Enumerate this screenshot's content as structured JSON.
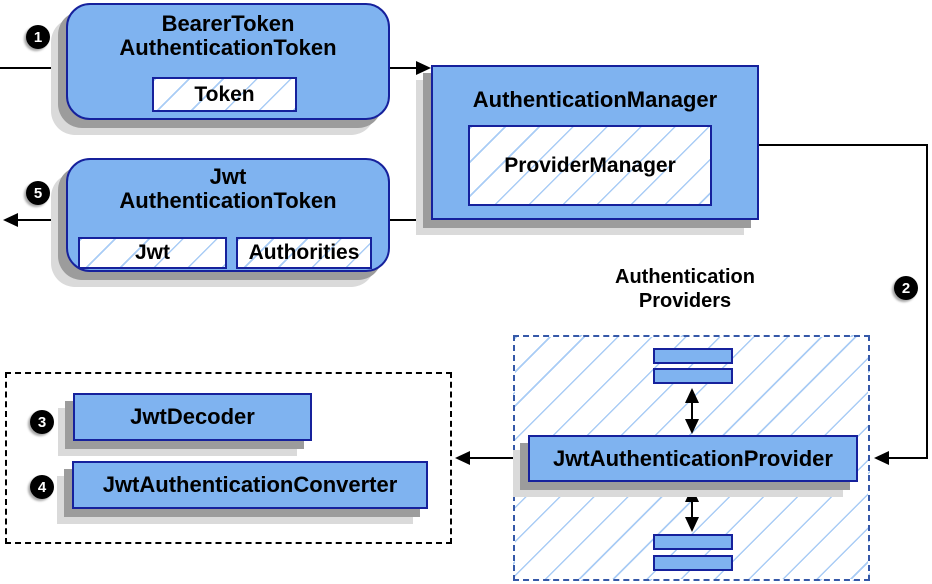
{
  "colors": {
    "box_fill": "#7fb3f0",
    "box_border": "#16219c",
    "hatch_line": "#a9ccf5",
    "dashed_blue": "#3558a8",
    "shadow_dark": "#9c9c9c",
    "shadow_light": "#dadada",
    "line": "#000000"
  },
  "markers": {
    "step1": "1",
    "step2": "2",
    "step3": "3",
    "step4": "4",
    "step5": "5"
  },
  "bearer_token_box": {
    "title_line1": "BearerToken",
    "title_line2": "AuthenticationToken",
    "field": "Token"
  },
  "authentication_manager_box": {
    "title": "AuthenticationManager",
    "implementation": "ProviderManager"
  },
  "jwt_token_box": {
    "title_line1": "Jwt",
    "title_line2": "AuthenticationToken",
    "field_jwt": "Jwt",
    "field_authorities": "Authorities"
  },
  "providers_group": {
    "label_line1": "Authentication",
    "label_line2": "Providers",
    "provider": "JwtAuthenticationProvider"
  },
  "components_group": {
    "decoder": "JwtDecoder",
    "converter": "JwtAuthenticationConverter"
  }
}
